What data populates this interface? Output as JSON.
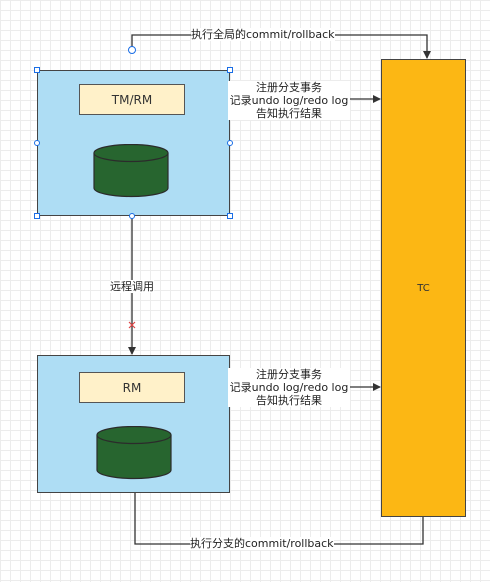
{
  "nodes": {
    "tm_rm": {
      "label": "TM/RM"
    },
    "rm": {
      "label": "RM"
    },
    "tc": {
      "label": "TC"
    }
  },
  "edges": {
    "global_commit": "执行全局的commit/rollback",
    "remote_call": "远程调用",
    "register_top": [
      "注册分支事务",
      "记录undo log/redo log",
      "告知执行结果"
    ],
    "register_bottom": [
      "注册分支事务",
      "记录undo log/redo log",
      "告知执行结果"
    ],
    "branch_commit": "执行分支的commit/rollback"
  },
  "colors": {
    "service_box": "#aeddf4",
    "tc_box": "#fcb714",
    "label_box": "#fff1c9",
    "database": "#27652f",
    "selection_handle": "#1a6ee6"
  }
}
